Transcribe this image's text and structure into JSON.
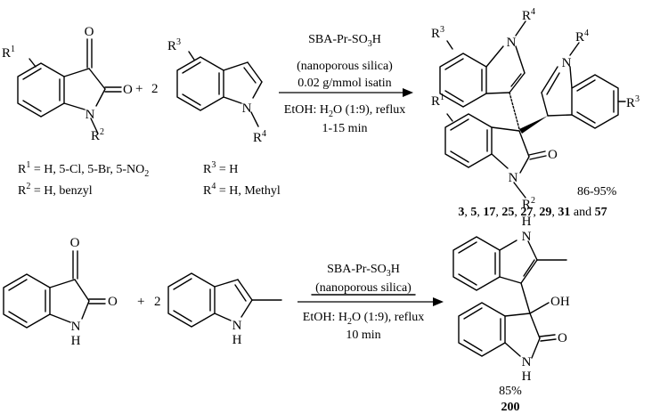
{
  "reaction1": {
    "reagents": [
      "SBA-Pr-SO3H",
      "(nanoporous silica)",
      "0.02 g/mmol isatin"
    ],
    "conditions": [
      "EtOH: H2O (1:9), reflux",
      "1-15 min"
    ],
    "plus": "+",
    "coefficient": "2",
    "substituents": {
      "R1": "R1 = H, 5-Cl, 5-Br, 5-NO2",
      "R2": "R2 = H, benzyl",
      "R3": "R3 = H",
      "R4": "R4 = H, Methyl"
    },
    "yield": "86-95%",
    "compounds": [
      "3",
      "5",
      "17",
      "25",
      "27",
      "29",
      "31",
      "57"
    ],
    "compounds_joiner": "and"
  },
  "reaction2": {
    "reagents": [
      "SBA-Pr-SO3H",
      "(nanoporous silica)"
    ],
    "conditions": [
      "EtOH: H2O (1:9), reflux",
      "10 min"
    ],
    "plus": "+",
    "coefficient": "2",
    "yield": "85%",
    "compound": "200"
  },
  "atoms": {
    "O": "O",
    "N": "N",
    "H": "H",
    "OH": "OH",
    "R": "R"
  }
}
